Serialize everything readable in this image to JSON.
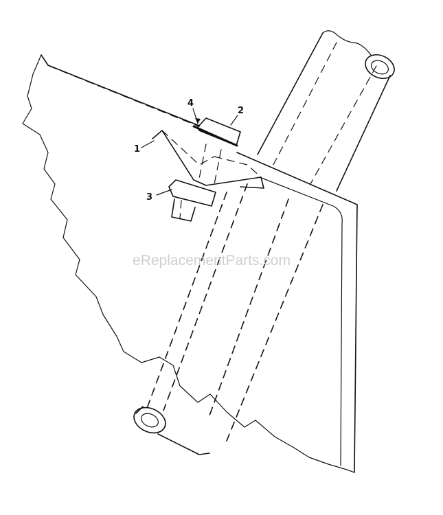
{
  "diagram": {
    "callouts": [
      {
        "id": "1",
        "label": "1"
      },
      {
        "id": "2",
        "label": "2"
      },
      {
        "id": "3",
        "label": "3"
      },
      {
        "id": "4",
        "label": "4"
      }
    ],
    "watermark": "eReplacementParts.com"
  }
}
